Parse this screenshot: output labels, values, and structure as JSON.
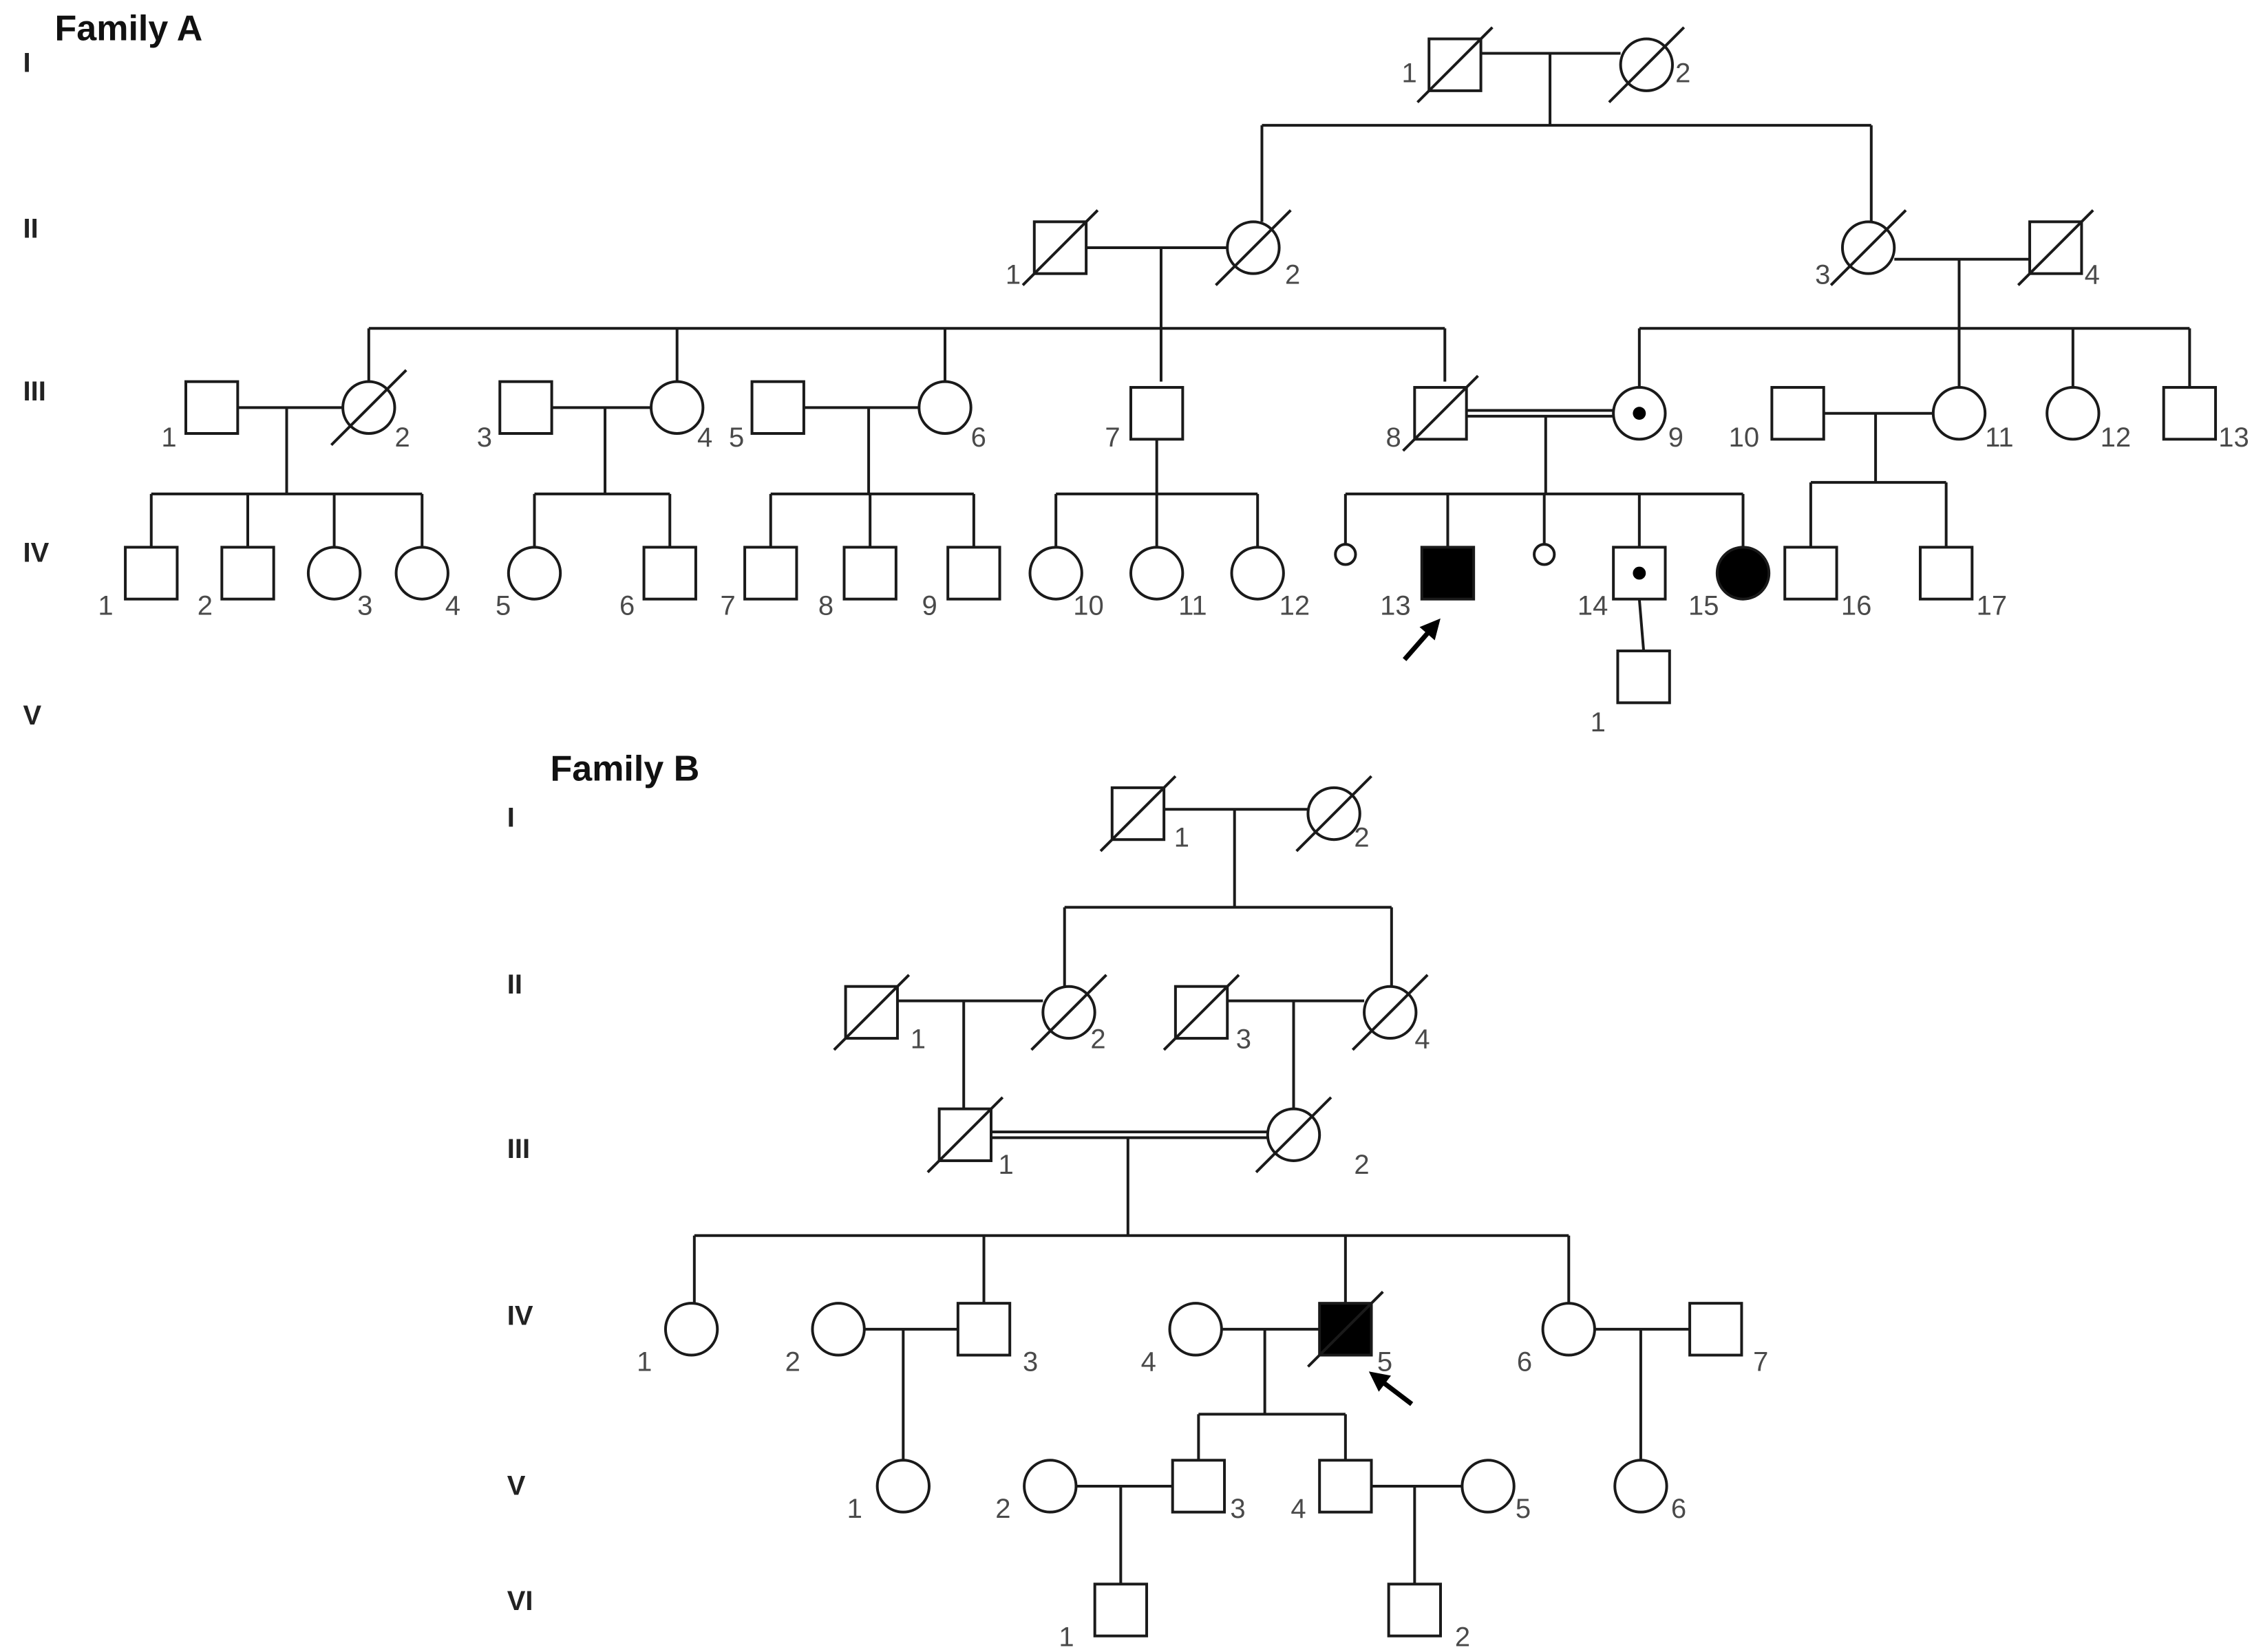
{
  "families": [
    {
      "title": "Family A",
      "generations": [
        "I",
        "II",
        "III",
        "IV",
        "V"
      ],
      "individuals": {
        "I-1": {
          "label": "1",
          "sex": "male",
          "deceased": true
        },
        "I-2": {
          "label": "2",
          "sex": "female",
          "deceased": true
        },
        "II-1": {
          "label": "1",
          "sex": "male",
          "deceased": true
        },
        "II-2": {
          "label": "2",
          "sex": "female",
          "deceased": true
        },
        "II-3": {
          "label": "3",
          "sex": "female",
          "deceased": true
        },
        "II-4": {
          "label": "4",
          "sex": "male",
          "deceased": true
        },
        "III-1": {
          "label": "1",
          "sex": "male"
        },
        "III-2": {
          "label": "2",
          "sex": "female",
          "deceased": true
        },
        "III-3": {
          "label": "3",
          "sex": "male"
        },
        "III-4": {
          "label": "4",
          "sex": "female"
        },
        "III-5": {
          "label": "5",
          "sex": "male"
        },
        "III-6": {
          "label": "6",
          "sex": "female"
        },
        "III-7": {
          "label": "7",
          "sex": "male"
        },
        "III-8": {
          "label": "8",
          "sex": "male",
          "deceased": true
        },
        "III-9": {
          "label": "9",
          "sex": "female",
          "carrier": true
        },
        "III-10": {
          "label": "10",
          "sex": "male"
        },
        "III-11": {
          "label": "11",
          "sex": "female"
        },
        "III-12": {
          "label": "12",
          "sex": "female"
        },
        "III-13": {
          "label": "13",
          "sex": "male"
        },
        "IV-1": {
          "label": "1",
          "sex": "male"
        },
        "IV-2": {
          "label": "2",
          "sex": "male"
        },
        "IV-3": {
          "label": "3",
          "sex": "female"
        },
        "IV-4": {
          "label": "4",
          "sex": "female"
        },
        "IV-5": {
          "label": "5",
          "sex": "female"
        },
        "IV-6": {
          "label": "6",
          "sex": "male"
        },
        "IV-7": {
          "label": "7",
          "sex": "male"
        },
        "IV-8": {
          "label": "8",
          "sex": "male"
        },
        "IV-9": {
          "label": "9",
          "sex": "male"
        },
        "IV-10": {
          "label": "10",
          "sex": "female"
        },
        "IV-11": {
          "label": "11",
          "sex": "female"
        },
        "IV-12": {
          "label": "12",
          "sex": "female"
        },
        "IV-m1": {
          "label": "",
          "sex": "female",
          "small": true
        },
        "IV-13": {
          "label": "13",
          "sex": "male",
          "affected": true,
          "proband": true
        },
        "IV-m2": {
          "label": "",
          "sex": "female",
          "small": true
        },
        "IV-14": {
          "label": "14",
          "sex": "male",
          "carrier": true
        },
        "IV-15": {
          "label": "15",
          "sex": "female",
          "affected": true
        },
        "IV-16": {
          "label": "16",
          "sex": "male"
        },
        "IV-17": {
          "label": "17",
          "sex": "male"
        },
        "V-1": {
          "label": "1",
          "sex": "male"
        }
      }
    },
    {
      "title": "Family B",
      "generations": [
        "I",
        "II",
        "III",
        "IV",
        "V",
        "VI"
      ],
      "individuals": {
        "I-1": {
          "label": "1",
          "sex": "male",
          "deceased": true
        },
        "I-2": {
          "label": "2",
          "sex": "female",
          "deceased": true
        },
        "II-1": {
          "label": "1",
          "sex": "male",
          "deceased": true
        },
        "II-2": {
          "label": "2",
          "sex": "female",
          "deceased": true
        },
        "II-3": {
          "label": "3",
          "sex": "male",
          "deceased": true
        },
        "II-4": {
          "label": "4",
          "sex": "female",
          "deceased": true
        },
        "III-1": {
          "label": "1",
          "sex": "male",
          "deceased": true
        },
        "III-2": {
          "label": "2",
          "sex": "female",
          "deceased": true
        },
        "IV-1": {
          "label": "1",
          "sex": "female"
        },
        "IV-2": {
          "label": "2",
          "sex": "female"
        },
        "IV-3": {
          "label": "3",
          "sex": "male"
        },
        "IV-4": {
          "label": "4",
          "sex": "female"
        },
        "IV-5": {
          "label": "5",
          "sex": "male",
          "affected": true,
          "deceased": true,
          "proband": true
        },
        "IV-6": {
          "label": "6",
          "sex": "female"
        },
        "IV-7": {
          "label": "7",
          "sex": "male"
        },
        "V-1": {
          "label": "1",
          "sex": "female"
        },
        "V-2": {
          "label": "2",
          "sex": "female"
        },
        "V-3": {
          "label": "3",
          "sex": "male"
        },
        "V-4": {
          "label": "4",
          "sex": "male"
        },
        "V-5": {
          "label": "5",
          "sex": "female"
        },
        "V-6": {
          "label": "6",
          "sex": "female"
        },
        "VI-1": {
          "label": "1",
          "sex": "male"
        },
        "VI-2": {
          "label": "2",
          "sex": "male"
        }
      }
    }
  ],
  "colors": {
    "line": "#1a1a1a",
    "affected": "#000000",
    "unaffected": "#ffffff",
    "label": "#4a4a4a"
  }
}
